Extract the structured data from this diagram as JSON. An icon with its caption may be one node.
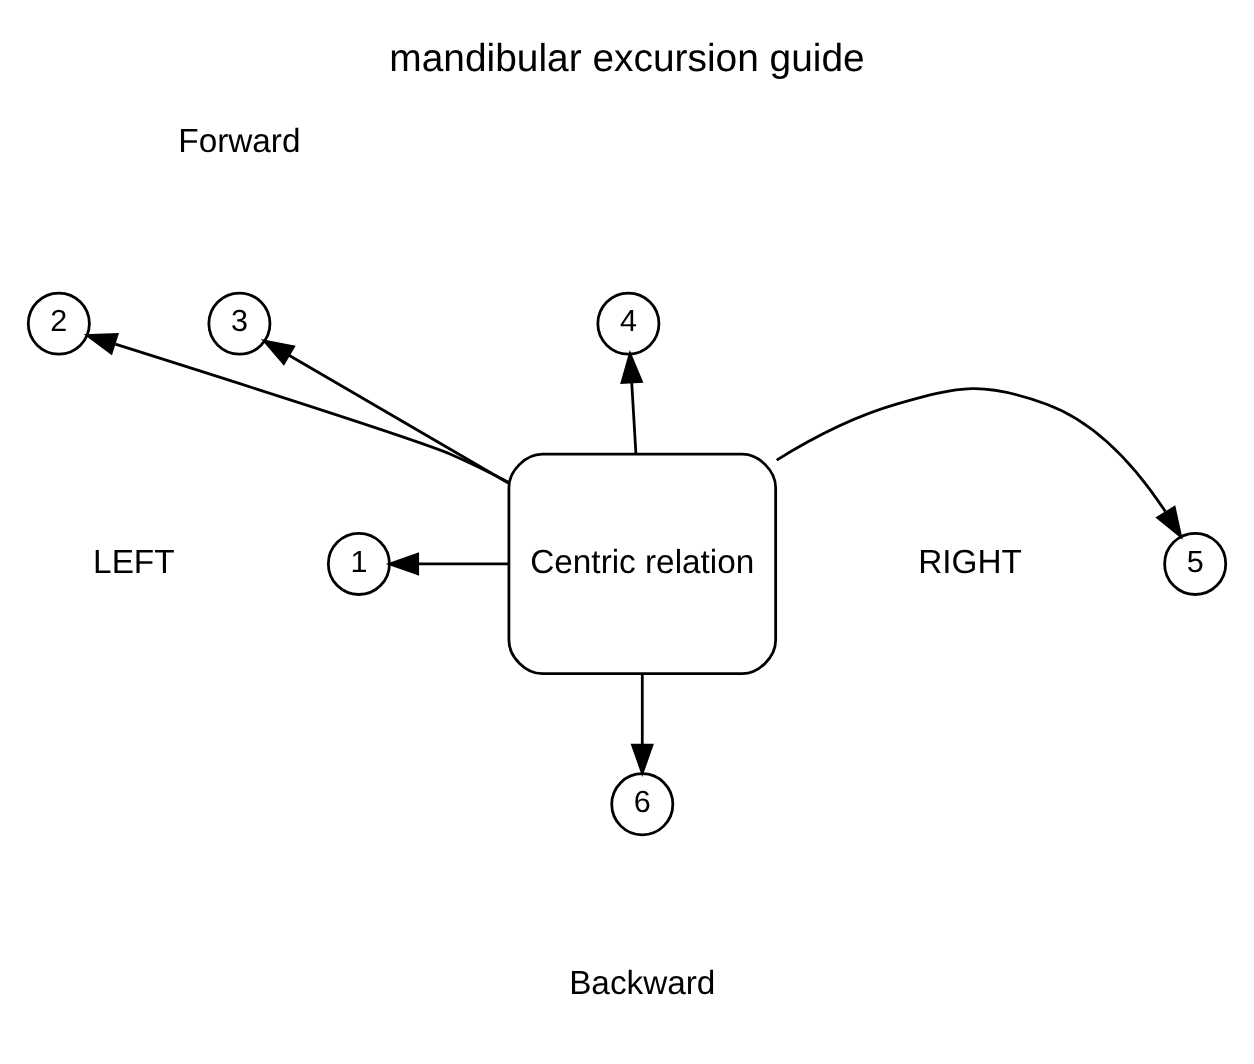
{
  "diagram": {
    "title": "mandibular excursion guide",
    "nodes": [
      {
        "text": [
          "Centric relation"
        ]
      },
      {
        "text": [
          "1"
        ]
      },
      {
        "text": [
          "2"
        ]
      },
      {
        "text": [
          "3"
        ]
      },
      {
        "text": [
          "4"
        ]
      },
      {
        "text": [
          "5"
        ]
      },
      {
        "text": [
          "6"
        ]
      }
    ],
    "edges": [
      {
        "from": 0,
        "to": 1,
        "arrow": "to"
      },
      {
        "from": 0,
        "to": 2,
        "arrow": "to"
      },
      {
        "from": 0,
        "to": 3,
        "arrow": "to"
      },
      {
        "from": 0,
        "to": 4,
        "arrow": "to"
      },
      {
        "from": 0,
        "to": 5,
        "arrow": "to"
      },
      {
        "from": 0,
        "to": 6,
        "arrow": "to"
      }
    ],
    "labels": [
      "Forward",
      "LEFT",
      "RIGHT",
      "Backward"
    ]
  }
}
